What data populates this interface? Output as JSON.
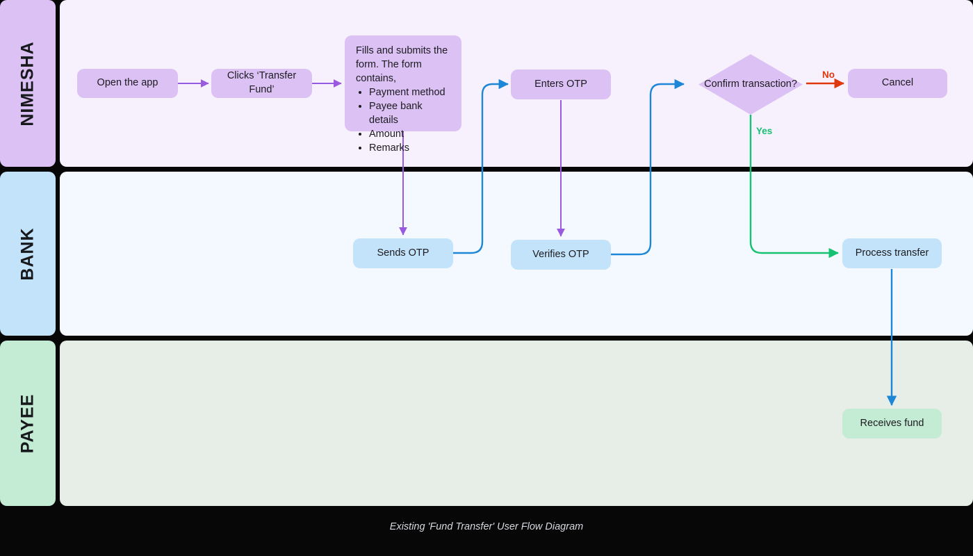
{
  "caption": "Existing 'Fund Transfer' User Flow Diagram",
  "colors": {
    "background": "#070707",
    "lane_user_label": "#DCC1F5",
    "lane_user_body": "#F7F1FD",
    "lane_bank_label": "#C3E3FA",
    "lane_bank_body": "#F3F9FE",
    "lane_payee_label": "#C4EBD4",
    "lane_payee_body": "#E6EEE7",
    "node_purple": "#DCC1F5",
    "node_blue": "#C3E3FA",
    "node_green": "#C4EBD4",
    "edge_purple": "#9A5AE0",
    "edge_blue": "#1E86D6",
    "edge_green": "#16C172",
    "edge_red": "#E0360C",
    "text_dark": "#1b1b1f",
    "caption_text": "#d6d8e0"
  },
  "lanes": [
    {
      "id": "user",
      "label": "NIMESHA"
    },
    {
      "id": "bank",
      "label": "BANK"
    },
    {
      "id": "payee",
      "label": "PAYEE"
    }
  ],
  "nodes": {
    "open_app": {
      "label": "Open the app"
    },
    "clicks_transfer": {
      "label": "Clicks ‘Transfer Fund’"
    },
    "fills_form": {
      "intro": "Fills and submits the form. The form contains,",
      "items": [
        "Payment method",
        "Payee bank details",
        "Amount",
        "Remarks"
      ]
    },
    "enters_otp": {
      "label": "Enters OTP"
    },
    "confirm": {
      "label": "Confirm transaction?"
    },
    "cancel": {
      "label": "Cancel"
    },
    "sends_otp": {
      "label": "Sends OTP"
    },
    "verifies_otp": {
      "label": "Verifies OTP"
    },
    "process_transfer": {
      "label": "Process transfer"
    },
    "receives_fund": {
      "label": "Receives fund"
    }
  },
  "edge_labels": {
    "no": "No",
    "yes": "Yes"
  },
  "chart_data": {
    "type": "diagram",
    "title": "Existing 'Fund Transfer' User Flow Diagram",
    "diagram_kind": "swimlane-flowchart",
    "lanes": [
      "NIMESHA",
      "BANK",
      "PAYEE"
    ],
    "nodes": [
      {
        "id": "open_app",
        "lane": "NIMESHA",
        "shape": "rounded-rect",
        "text": "Open the app"
      },
      {
        "id": "clicks_transfer",
        "lane": "NIMESHA",
        "shape": "rounded-rect",
        "text": "Clicks ‘Transfer Fund’"
      },
      {
        "id": "fills_form",
        "lane": "NIMESHA",
        "shape": "rounded-rect",
        "text": "Fills and submits the form. The form contains, Payment method, Payee bank details, Amount, Remarks"
      },
      {
        "id": "enters_otp",
        "lane": "NIMESHA",
        "shape": "rounded-rect",
        "text": "Enters OTP"
      },
      {
        "id": "confirm",
        "lane": "NIMESHA",
        "shape": "diamond",
        "text": "Confirm transaction?"
      },
      {
        "id": "cancel",
        "lane": "NIMESHA",
        "shape": "rounded-rect",
        "text": "Cancel"
      },
      {
        "id": "sends_otp",
        "lane": "BANK",
        "shape": "rounded-rect",
        "text": "Sends OTP"
      },
      {
        "id": "verifies_otp",
        "lane": "BANK",
        "shape": "rounded-rect",
        "text": "Verifies OTP"
      },
      {
        "id": "process_transfer",
        "lane": "BANK",
        "shape": "rounded-rect",
        "text": "Process transfer"
      },
      {
        "id": "receives_fund",
        "lane": "PAYEE",
        "shape": "rounded-rect",
        "text": "Receives fund"
      }
    ],
    "edges": [
      {
        "from": "open_app",
        "to": "clicks_transfer",
        "label": "",
        "color": "#9A5AE0"
      },
      {
        "from": "clicks_transfer",
        "to": "fills_form",
        "label": "",
        "color": "#9A5AE0"
      },
      {
        "from": "fills_form",
        "to": "sends_otp",
        "label": "",
        "color": "#9A5AE0"
      },
      {
        "from": "sends_otp",
        "to": "enters_otp",
        "label": "",
        "color": "#1E86D6"
      },
      {
        "from": "enters_otp",
        "to": "verifies_otp",
        "label": "",
        "color": "#9A5AE0"
      },
      {
        "from": "verifies_otp",
        "to": "confirm",
        "label": "",
        "color": "#1E86D6"
      },
      {
        "from": "confirm",
        "to": "cancel",
        "label": "No",
        "color": "#E0360C"
      },
      {
        "from": "confirm",
        "to": "process_transfer",
        "label": "Yes",
        "color": "#16C172"
      },
      {
        "from": "process_transfer",
        "to": "receives_fund",
        "label": "",
        "color": "#1E86D6"
      }
    ]
  }
}
